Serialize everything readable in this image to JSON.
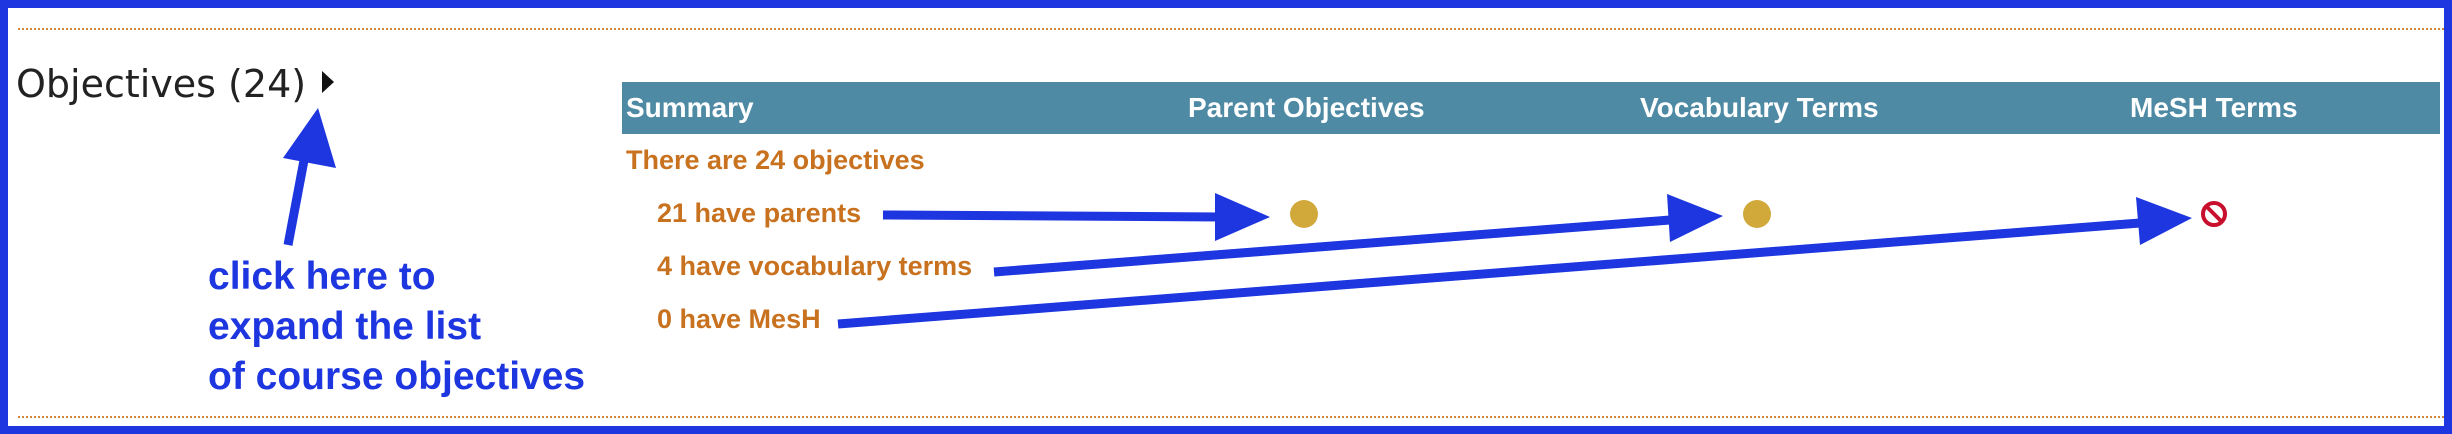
{
  "objectives": {
    "title": "Objectives (24)",
    "expand_icon": "caret-right-icon"
  },
  "table": {
    "headers": {
      "summary": "Summary",
      "parent": "Parent Objectives",
      "vocab": "Vocabulary Terms",
      "mesh": "MeSH Terms"
    },
    "header_color": "#4f8aa5"
  },
  "summary": {
    "total": "There are 24 objectives",
    "parents": "21 have parents",
    "vocab": "4 have vocabulary terms",
    "mesh": "0 have MesH"
  },
  "status": {
    "parent": "filled-dot-icon",
    "vocab": "filled-dot-icon",
    "mesh": "prohibited-icon"
  },
  "annotation": {
    "line1": "click here to",
    "line2": "expand the list",
    "line3": "of course objectives",
    "color": "#1d36e0"
  },
  "colors": {
    "accent": "#c8711e",
    "dot": "#d1a93a",
    "none": "#c8102e",
    "frame": "#1d36e0"
  }
}
